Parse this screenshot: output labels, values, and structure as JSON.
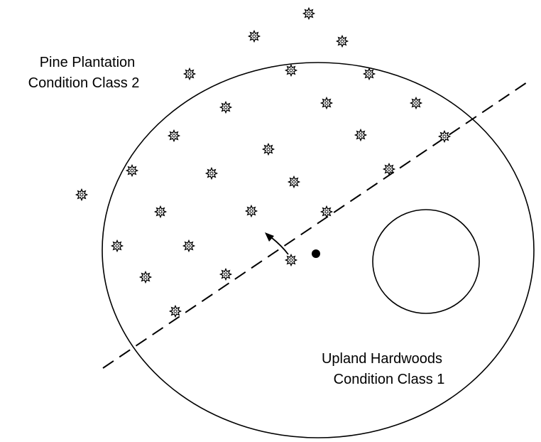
{
  "labels": {
    "pine_line1": "Pine Plantation",
    "pine_line2": "Condition Class 2",
    "upland_line1": "Upland Hardwoods",
    "upland_line2": "Condition Class 1"
  },
  "colors": {
    "stroke": "#000000",
    "background": "#ffffff"
  },
  "icons": {
    "tree": "tree-icon",
    "plot_center": "plot-center-dot-icon",
    "direction": "arrow-icon"
  }
}
